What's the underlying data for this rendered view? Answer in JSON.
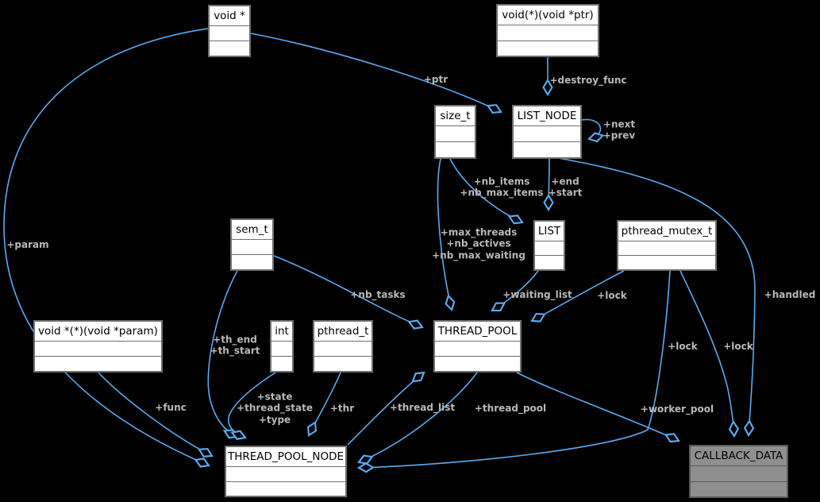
{
  "diagram": {
    "colors": {
      "background": "#000000",
      "edge": "#5aabf0",
      "edge_label": "#b9b9b9",
      "node_fill": "#ffffff",
      "node_border": "#6f6f6f",
      "highlight_node_fill": "#8f8f8f"
    },
    "nodes": [
      {
        "id": "void-ptr",
        "title": "void *"
      },
      {
        "id": "void-fn-ptr",
        "title": "void(*)(void *ptr)"
      },
      {
        "id": "size-t",
        "title": "size_t"
      },
      {
        "id": "list-node",
        "title": "LIST_NODE"
      },
      {
        "id": "sem-t",
        "title": "sem_t"
      },
      {
        "id": "list",
        "title": "LIST"
      },
      {
        "id": "pthread-mutex-t",
        "title": "pthread_mutex_t"
      },
      {
        "id": "void-fn-param",
        "title": "void *(*)(void *param)"
      },
      {
        "id": "int",
        "title": "int"
      },
      {
        "id": "pthread-t",
        "title": "pthread_t"
      },
      {
        "id": "thread-pool",
        "title": "THREAD_POOL"
      },
      {
        "id": "thread-pool-node",
        "title": "THREAD_POOL_NODE"
      },
      {
        "id": "callback-data",
        "title": "CALLBACK_DATA"
      }
    ],
    "edge_labels": [
      {
        "id": "ptr",
        "text": "+ptr"
      },
      {
        "id": "destroy-func",
        "text": "+destroy_func"
      },
      {
        "id": "next-prev",
        "text": "+next\n+prev"
      },
      {
        "id": "nb-items",
        "text": "+nb_items\n+nb_max_items"
      },
      {
        "id": "end-start",
        "text": "+end\n+start"
      },
      {
        "id": "max-threads",
        "text": "+max_threads\n+nb_actives\n+nb_max_waiting"
      },
      {
        "id": "param",
        "text": "+param"
      },
      {
        "id": "nb-tasks",
        "text": "+nb_tasks"
      },
      {
        "id": "waiting-list",
        "text": "+waiting_list"
      },
      {
        "id": "lock-thread-pool",
        "text": "+lock"
      },
      {
        "id": "handled",
        "text": "+handled"
      },
      {
        "id": "th-end-start",
        "text": "+th_end\n+th_start"
      },
      {
        "id": "lock-thread-pool-node",
        "text": "+lock"
      },
      {
        "id": "lock-callback-data",
        "text": "+lock"
      },
      {
        "id": "state-thread-state-type",
        "text": "+state\n+thread_state\n+type"
      },
      {
        "id": "thr",
        "text": "+thr"
      },
      {
        "id": "func",
        "text": "+func"
      },
      {
        "id": "thread-list",
        "text": "+thread_list"
      },
      {
        "id": "thread-pool-member",
        "text": "+thread_pool"
      },
      {
        "id": "worker-pool",
        "text": "+worker_pool"
      }
    ]
  }
}
